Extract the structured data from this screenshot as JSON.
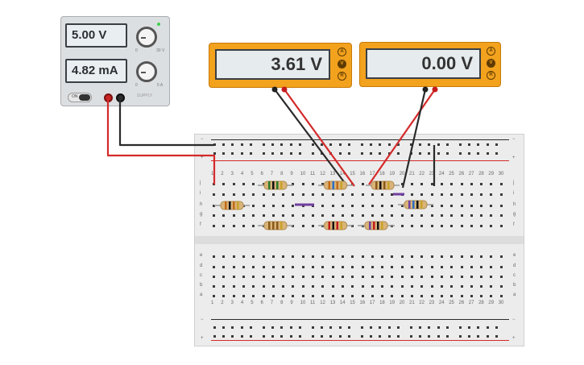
{
  "power_supply": {
    "voltage_display": "5.00 V",
    "current_display": "4.82 mA",
    "on_label": "ON",
    "voltage_knob_min": "0",
    "voltage_knob_max": "30 V",
    "current_knob_min": "0",
    "current_knob_max": "5 A",
    "brand_text": "SUPPLY"
  },
  "multimeter_1": {
    "reading": "3.61 V",
    "modes": [
      "A",
      "V",
      "R"
    ],
    "active_mode": "V"
  },
  "multimeter_2": {
    "reading": "0.00 V",
    "modes": [
      "A",
      "V",
      "R"
    ],
    "active_mode": "V"
  },
  "breadboard": {
    "columns": [
      "1",
      "2",
      "3",
      "4",
      "5",
      "6",
      "7",
      "8",
      "9",
      "10",
      "11",
      "12",
      "13",
      "14",
      "15",
      "16",
      "17",
      "18",
      "19",
      "20",
      "21",
      "22",
      "23",
      "24",
      "25",
      "26",
      "27",
      "28",
      "29",
      "30"
    ],
    "top_rows": [
      "j",
      "i",
      "h",
      "g",
      "f"
    ],
    "bottom_rows": [
      "e",
      "d",
      "c",
      "b",
      "a"
    ],
    "rail_minus": "−",
    "rail_plus": "+"
  },
  "colors": {
    "wire_red": "#d42a2a",
    "wire_black": "#2a2a2a",
    "rail_red": "#d42a2a",
    "rail_blue": "#2a2a2a",
    "multimeter_body": "#f3a21e",
    "jumper_purple": "#6f3fa0"
  },
  "components": {
    "resistors": [
      "resistor-1",
      "resistor-2",
      "resistor-3",
      "resistor-4",
      "resistor-5",
      "resistor-6",
      "resistor-7",
      "resistor-8"
    ],
    "jumpers": [
      "jumper-1",
      "jumper-2"
    ]
  }
}
